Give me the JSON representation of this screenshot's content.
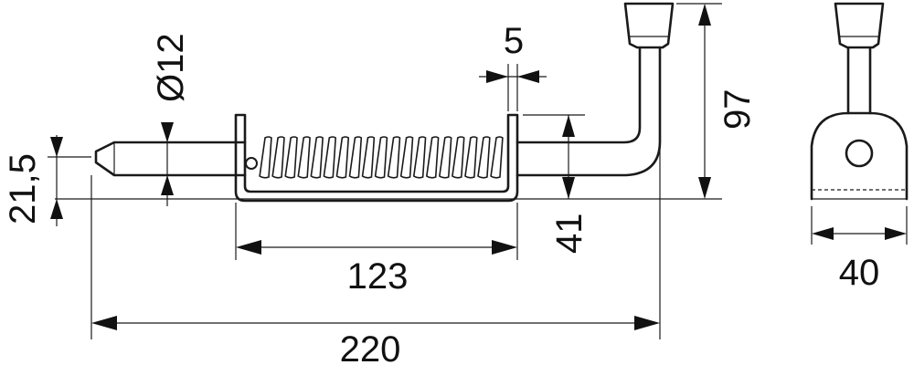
{
  "dimensions": {
    "spring_length": "123",
    "overall_length": "220",
    "pin_diameter": "Ø12",
    "bracket_gap": "5",
    "total_height": "97",
    "bracket_height": "41",
    "tip_offset": "21,5",
    "side_width": "40"
  }
}
